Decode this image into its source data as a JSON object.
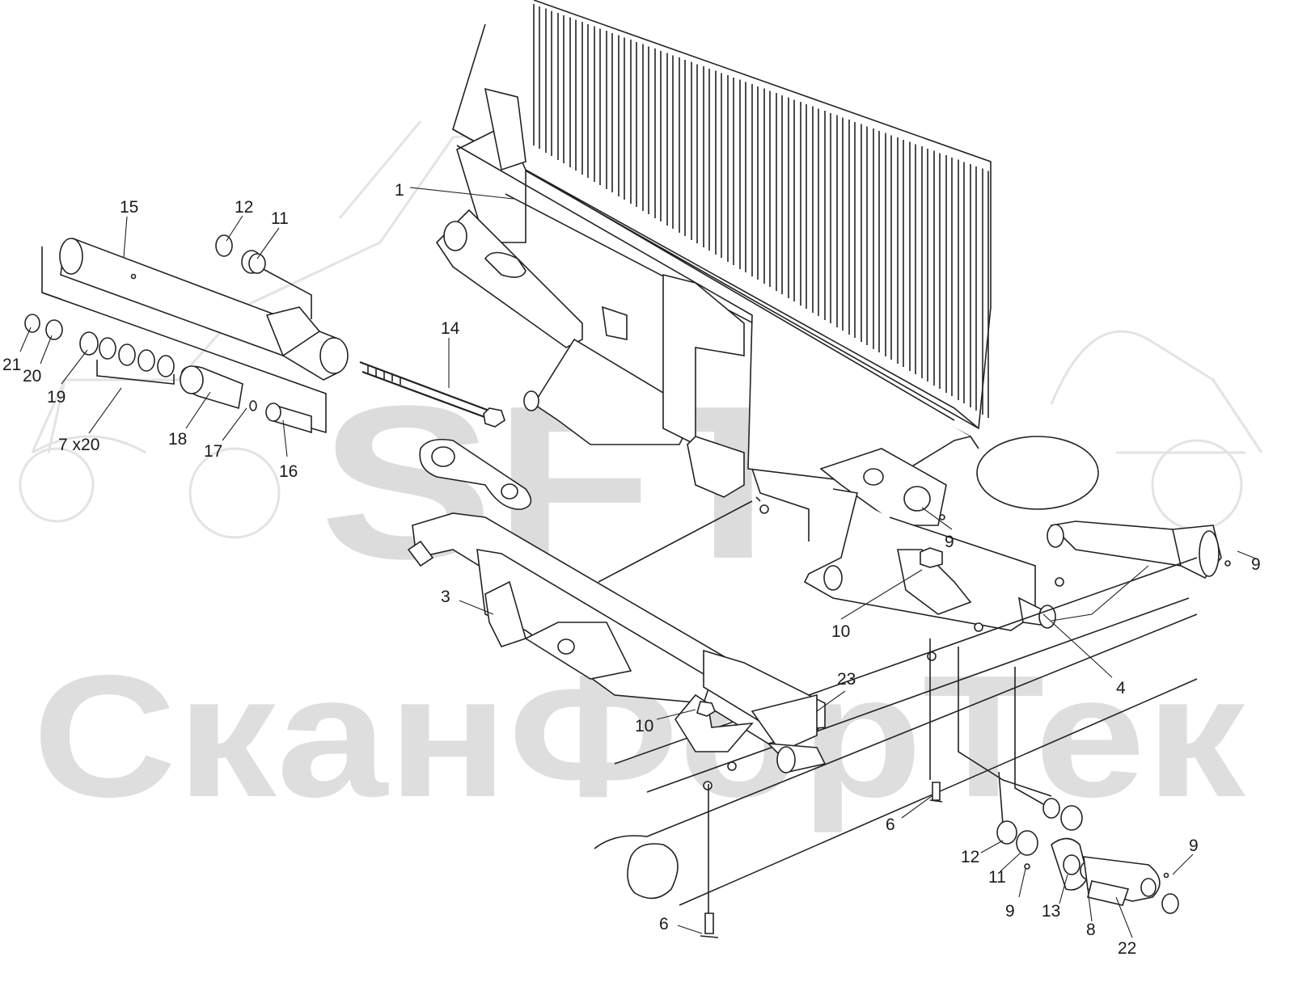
{
  "watermark": {
    "logo": "SFT",
    "company": "СканФорТек"
  },
  "callouts": [
    {
      "id": "c1",
      "text": "1"
    },
    {
      "id": "c15",
      "text": "15"
    },
    {
      "id": "c12a",
      "text": "12"
    },
    {
      "id": "c11a",
      "text": "11"
    },
    {
      "id": "c14",
      "text": "14"
    },
    {
      "id": "c21",
      "text": "21"
    },
    {
      "id": "c20",
      "text": "20"
    },
    {
      "id": "c19",
      "text": "19"
    },
    {
      "id": "c7",
      "text": "7 x20"
    },
    {
      "id": "c18",
      "text": "18"
    },
    {
      "id": "c17",
      "text": "17"
    },
    {
      "id": "c16",
      "text": "16"
    },
    {
      "id": "c9a",
      "text": "9"
    },
    {
      "id": "c9b",
      "text": "9"
    },
    {
      "id": "c3",
      "text": "3"
    },
    {
      "id": "c10a",
      "text": "10"
    },
    {
      "id": "c4",
      "text": "4"
    },
    {
      "id": "c23",
      "text": "23"
    },
    {
      "id": "c10b",
      "text": "10"
    },
    {
      "id": "c6a",
      "text": "6"
    },
    {
      "id": "c9c",
      "text": "9"
    },
    {
      "id": "c12b",
      "text": "12"
    },
    {
      "id": "c11b",
      "text": "11"
    },
    {
      "id": "c9d",
      "text": "9"
    },
    {
      "id": "c13",
      "text": "13"
    },
    {
      "id": "c8",
      "text": "8"
    },
    {
      "id": "c22",
      "text": "22"
    },
    {
      "id": "c6b",
      "text": "6"
    }
  ]
}
